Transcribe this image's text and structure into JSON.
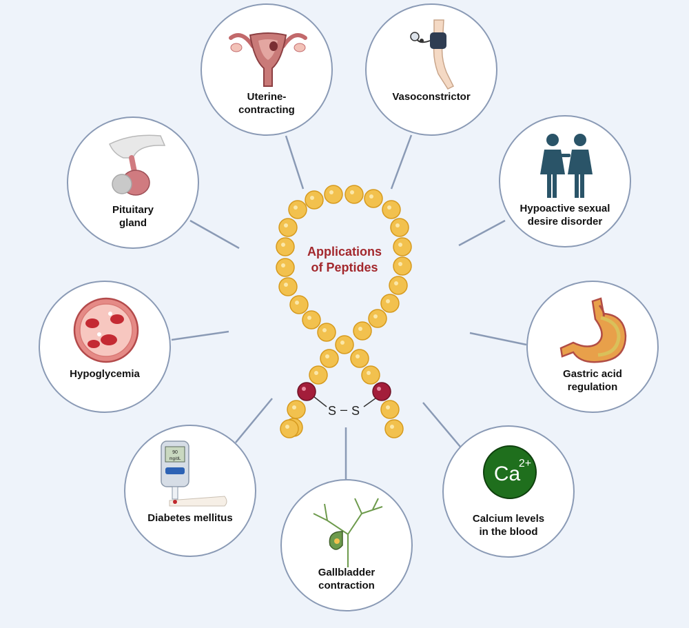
{
  "center": {
    "title": "Applications\nof Peptides"
  },
  "bond": {
    "left": "S",
    "dash": "–",
    "right": "S"
  },
  "nodes": {
    "uterine": {
      "label": "Uterine-\ncontracting"
    },
    "vaso": {
      "label": "Vasoconstrictor"
    },
    "hsdd": {
      "label": "Hypoactive sexual\ndesire disorder"
    },
    "gastric": {
      "label": "Gastric acid\nregulation"
    },
    "calcium": {
      "label": "Calcium levels\nin the blood",
      "icon_text": "Ca",
      "icon_sup": "2+"
    },
    "gallbladder": {
      "label": "Gallbladder\ncontraction"
    },
    "diabetes": {
      "label": "Diabetes mellitus",
      "meter_value": "90",
      "meter_unit": "mg/dL"
    },
    "hypo": {
      "label": "Hypoglycemia"
    },
    "pituitary": {
      "label": "Pituitary\ngland"
    }
  },
  "colors": {
    "background": "#eef3fa",
    "circle_border": "#8a9ab5",
    "title": "#a3282d",
    "bead": "#f2c14e",
    "bead_outline": "#d69a1e",
    "cysteine": "#a31d3a",
    "calcium_green": "#1f6f1d"
  }
}
